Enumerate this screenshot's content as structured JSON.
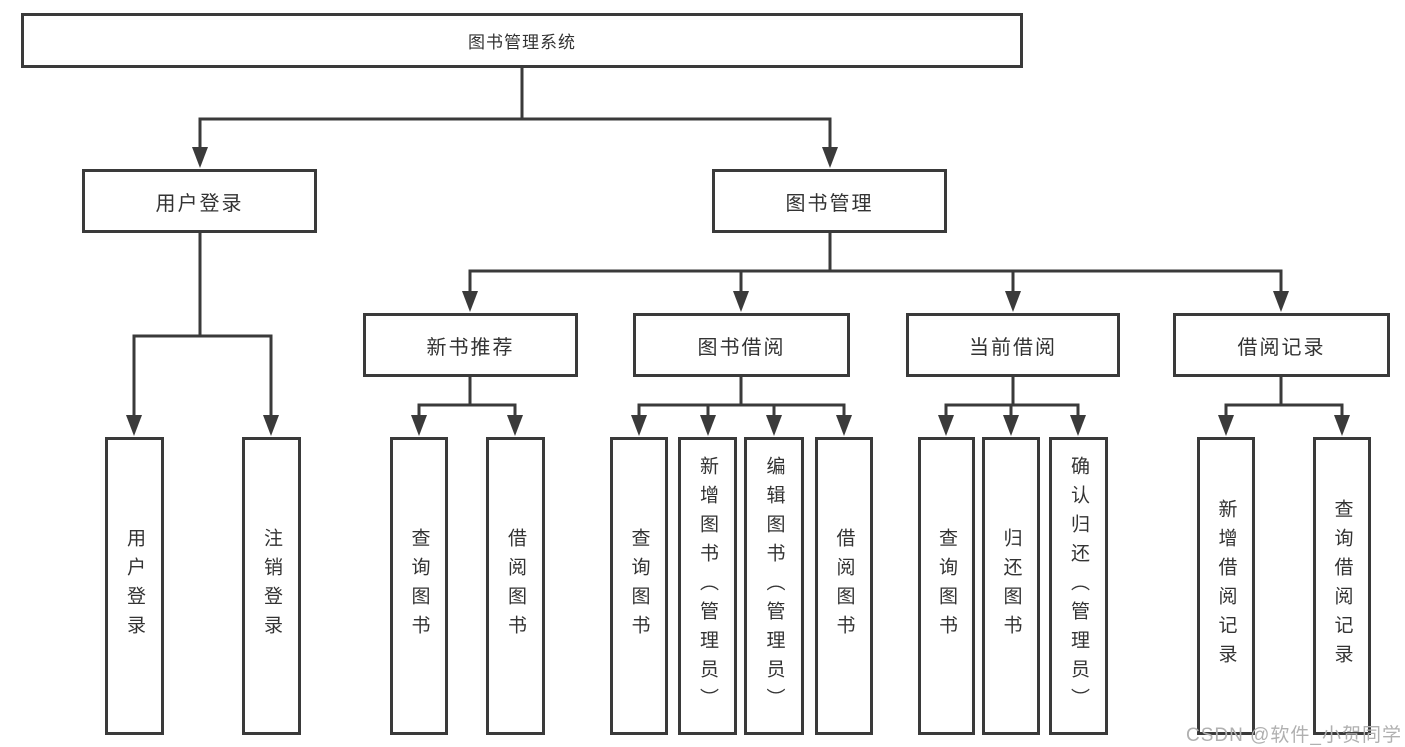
{
  "nodes": {
    "root": "图书管理系统",
    "user_login": "用户登录",
    "book_mgmt": "图书管理",
    "new_books": "新书推荐",
    "book_borrow": "图书借阅",
    "current_borrow": "当前借阅",
    "borrow_records": "借阅记录",
    "ul_login": "用户登录",
    "ul_logout": "注销登录",
    "nb_query": "查询图书",
    "nb_borrow": "借阅图书",
    "bb_query": "查询图书",
    "bb_add": "新增图书（管理员）",
    "bb_edit": "编辑图书（管理员）",
    "bb_borrow": "借阅图书",
    "cb_query": "查询图书",
    "cb_return": "归还图书",
    "cb_confirm": "确认归还（管理员）",
    "br_add": "新增借阅记录",
    "br_query": "查询借阅记录"
  },
  "watermark": "CSDN @软件_小贺同学",
  "colors": {
    "line": "#3a3a3a",
    "text": "#333333",
    "watermark": "#b0b0b0",
    "background": "#ffffff"
  }
}
